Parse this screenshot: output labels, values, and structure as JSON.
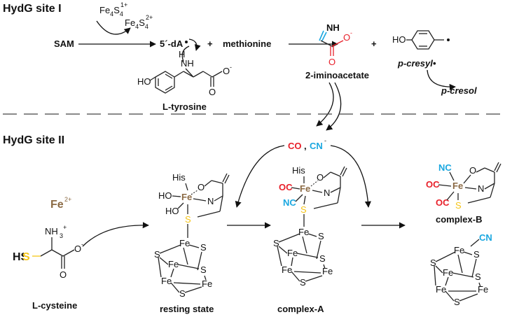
{
  "site1": {
    "heading": "HydG site I",
    "fe4s4_plus": "Fe",
    "fe4s4_a": "4",
    "fe4s4_s": "S",
    "fe4s4_b": "4",
    "charge1": "1+",
    "charge2": "2+",
    "sam": "SAM",
    "dA": "5´-dA",
    "plus": "+",
    "methionine": "methionine",
    "nh": "NH",
    "h": "H",
    "ho": "HO",
    "o": "O",
    "o_minus": "O",
    "tyrosine": "L-tyrosine",
    "iminoacetate": "2-iminoacetate",
    "p_cresyl": "p-cresyl•",
    "p_cresol": "p-cresol"
  },
  "site2": {
    "heading": "HydG site II",
    "co": "CO",
    "cn": "CN",
    "comma": ",",
    "fe2": "Fe",
    "fe2_charge": "2+",
    "nh3": "NH",
    "hs": "HS",
    "cysteine": "L-cysteine",
    "resting_state": "resting state",
    "complex_a": "complex-A",
    "complex_b": "complex-B",
    "his": "His",
    "fe": "Fe",
    "s": "S",
    "oc": "OC",
    "nc": "NC",
    "cn_label": "CN",
    "ho": "HO",
    "n": "N",
    "o": "O"
  },
  "colors": {
    "red": "#e8202a",
    "blue": "#1aa7e0",
    "yellow": "#f5c518",
    "brown": "#8b6a44"
  }
}
